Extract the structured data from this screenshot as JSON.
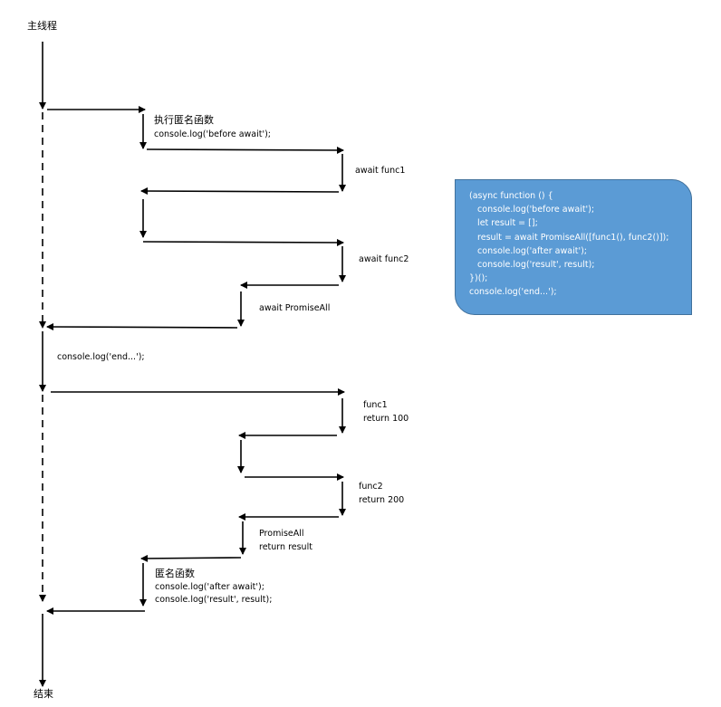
{
  "labels": {
    "main_thread": "主线程",
    "end": "结束",
    "exec_anonymous": "执行匿名函数",
    "before_await": "console.log('before await');",
    "await_func1": "await func1",
    "await_func2": "await func2",
    "await_promiseall": "await PromiseAll",
    "log_end": "console.log('end...');",
    "func1": "func1",
    "func1_return": "return 100",
    "func2": "func2",
    "func2_return": "return 200",
    "promiseall": "PromiseAll",
    "promiseall_return": "return result",
    "anonymous": "匿名函数",
    "after_await": "console.log('after await');",
    "log_result": "console.log('result', result);"
  },
  "code_box": {
    "lines": [
      "(async function () {",
      "   console.log('before await');",
      "   let result = [];",
      "   result = await PromiseAll([func1(), func2()]);",
      "   console.log('after await');",
      "   console.log('result', result);",
      "})();",
      "console.log('end...');"
    ],
    "fill_color": "#5b9bd5",
    "text_color": "#ffffff"
  }
}
